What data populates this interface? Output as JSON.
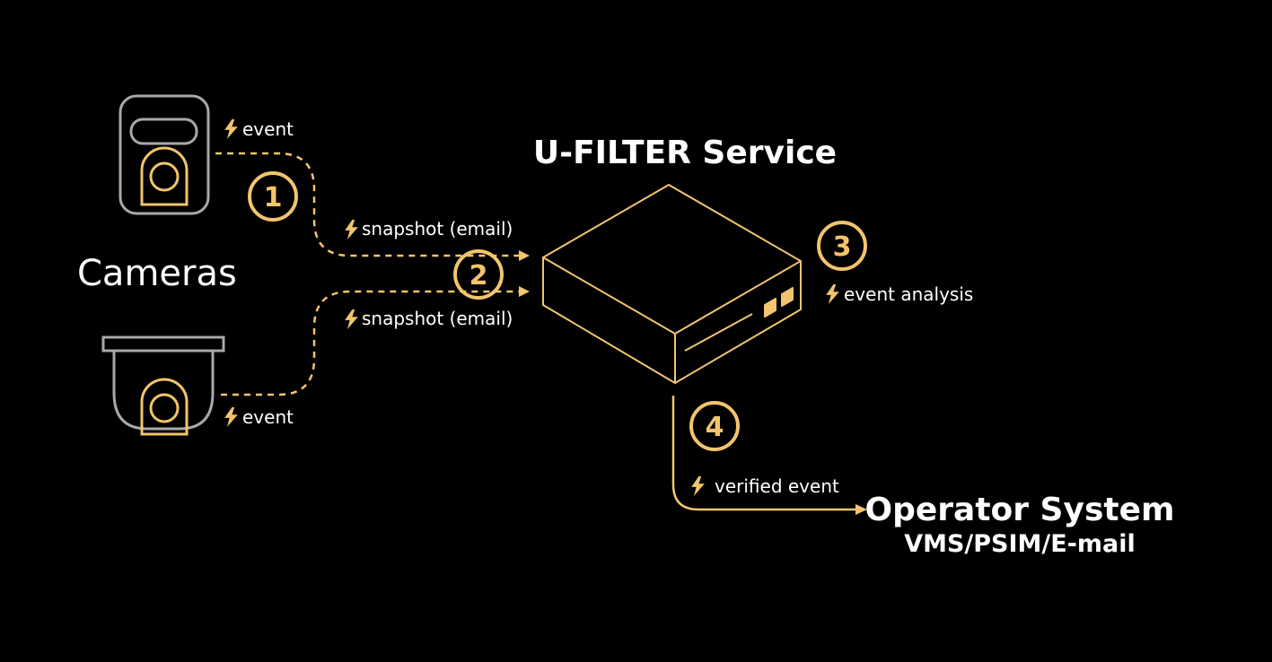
{
  "colors": {
    "background": "#000000",
    "accent": "#F2C46D",
    "device_gray": "#A8A8A8",
    "text": "#FFFFFF"
  },
  "service": {
    "title": "U-FILTER Service"
  },
  "cameras": {
    "label": "Cameras"
  },
  "operator": {
    "title": "Operator System",
    "subtitle": "VMS/PSIM/E-mail"
  },
  "steps": [
    "1",
    "2",
    "3",
    "4"
  ],
  "labels": {
    "event_top": "event",
    "snapshot_top": "snapshot (email)",
    "snapshot_bottom": "snapshot (email)",
    "event_bottom": "event",
    "event_analysis": "event analysis",
    "verified_event": "verified event"
  },
  "icons": [
    "bolt-icon",
    "box-camera-icon",
    "dome-camera-icon",
    "server-box-icon",
    "arrow-icon"
  ]
}
